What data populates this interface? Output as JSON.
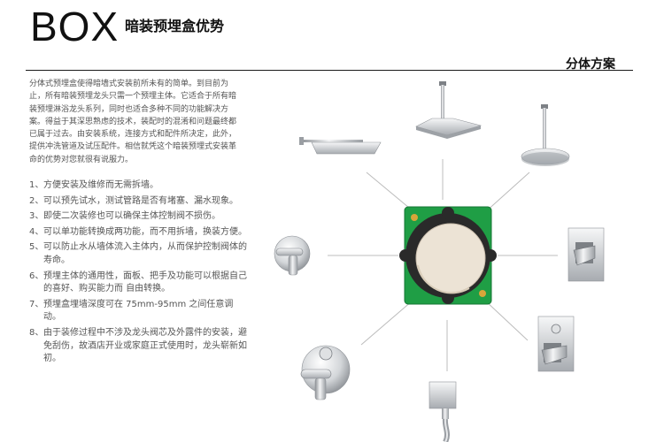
{
  "header": {
    "brand": "BOX",
    "title": "暗装预埋盒优势"
  },
  "section": {
    "title": "分体方案"
  },
  "intro": {
    "text": "分体式预埋盒使得暗墙式安装前所未有的简单。到目前为止，所有暗装预埋龙头只需一个预埋主体。它适合于所有暗装预埋淋浴龙头系列，同时也适合多种不同的功能解决方案。得益于其深思熟虑的技术，装配时的混淆和问题最终都已属于过去。由安装系统，连接方式和配件所决定，此外，提供冲洗管道及试压配件。相信就凭这个暗装预埋式安装革命的优势对您就很有说服力。"
  },
  "features": [
    {
      "num": "1、",
      "text": "方便安装及维修而无需拆墙。"
    },
    {
      "num": "2、",
      "text": "可以预先试水，测试管路是否有堵塞、漏水现象。"
    },
    {
      "num": "3、",
      "text": "即使二次装修也可以确保主体控制阀不损伤。"
    },
    {
      "num": "4、",
      "text": "可以单功能转换成两功能，而不用拆墙，换装方便。"
    },
    {
      "num": "5、",
      "text": "可以防止水从墙体流入主体内，从而保护控制阀体的寿命。"
    },
    {
      "num": "6、",
      "text": "预埋主体的通用性，面板、把手及功能可以根据自己的喜好、购买能力而 自由转换。"
    },
    {
      "num": "7、",
      "text": "预埋盒埋墙深度可在 75mm-95mm 之间任意调动。"
    },
    {
      "num": "8、",
      "text": "由于装修过程中不涉及龙头阀芯及外露件的安装，避免刮伤，故酒店开业或家庭正式使用时，龙头崭新如初。"
    }
  ],
  "colors": {
    "box_green": "#1f9e45",
    "box_dark": "#2a2a2a",
    "cap": "#ece3d5",
    "chrome": "#c9ccd0",
    "line": "#bcbcbc"
  }
}
